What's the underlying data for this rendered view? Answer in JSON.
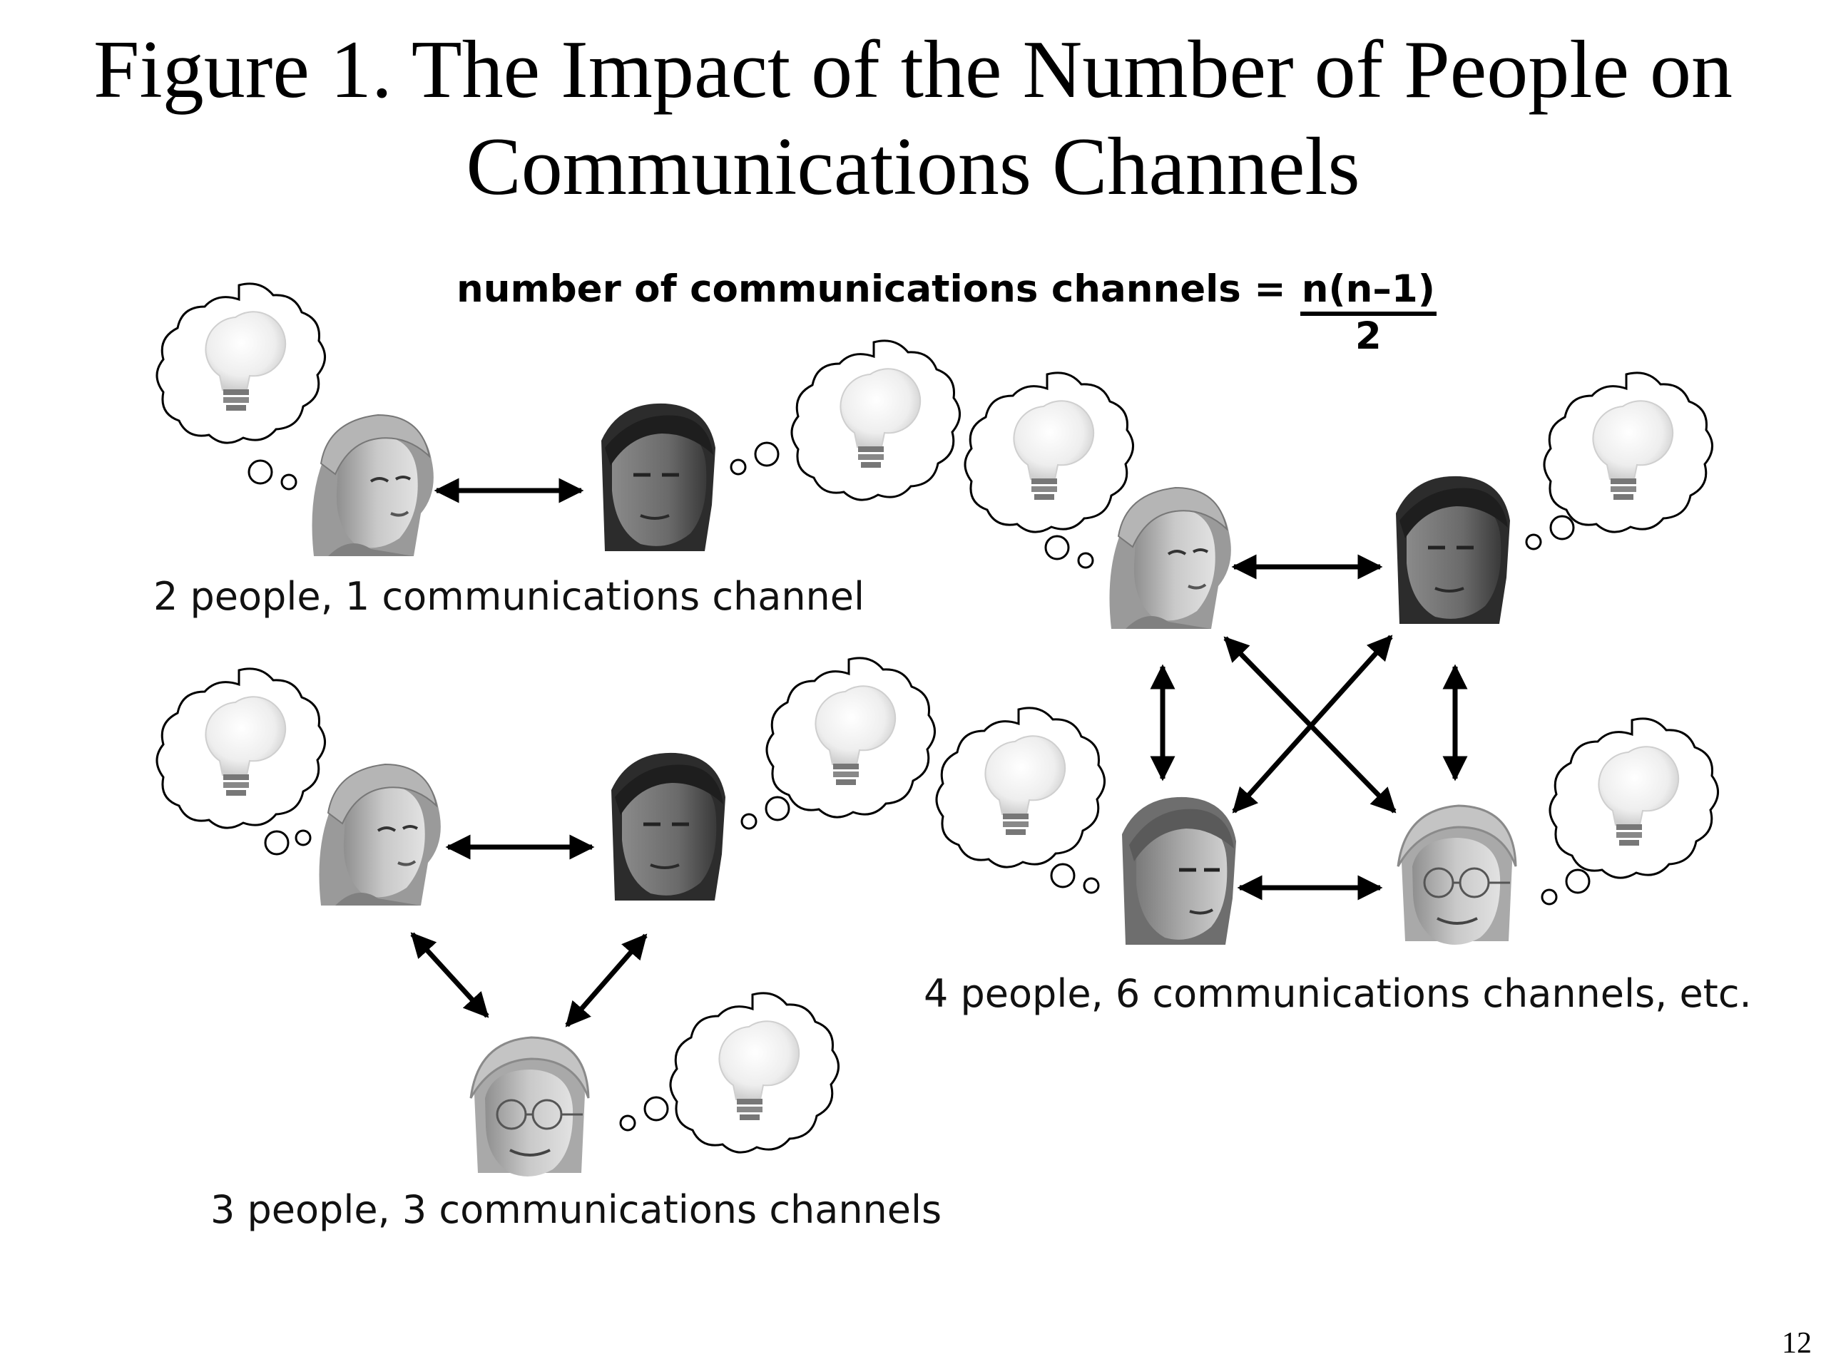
{
  "figure": {
    "title_line1": "Figure 1. The Impact of the Number of People on",
    "title_line2": "Communications Channels"
  },
  "formula": {
    "label": "number of communications channels =",
    "numerator": "n(n–1)",
    "denominator": "2"
  },
  "groups": [
    {
      "people": 2,
      "channels": 1,
      "caption": "2 people, 1 communications channel"
    },
    {
      "people": 3,
      "channels": 3,
      "caption": "3 people, 3 communications channels"
    },
    {
      "people": 4,
      "channels": 6,
      "caption": "4 people, 6 communications channels, etc."
    }
  ],
  "icons": {
    "person": "person-head-icon",
    "thought": "thought-bubble-icon",
    "idea": "lightbulb-icon",
    "link": "double-arrow-icon"
  },
  "colors": {
    "ink": "#000000",
    "face_light": "#bdbdbd",
    "face_dark": "#5a5a5a",
    "hair_dark": "#2a2a2a"
  },
  "page": {
    "number": "12"
  }
}
